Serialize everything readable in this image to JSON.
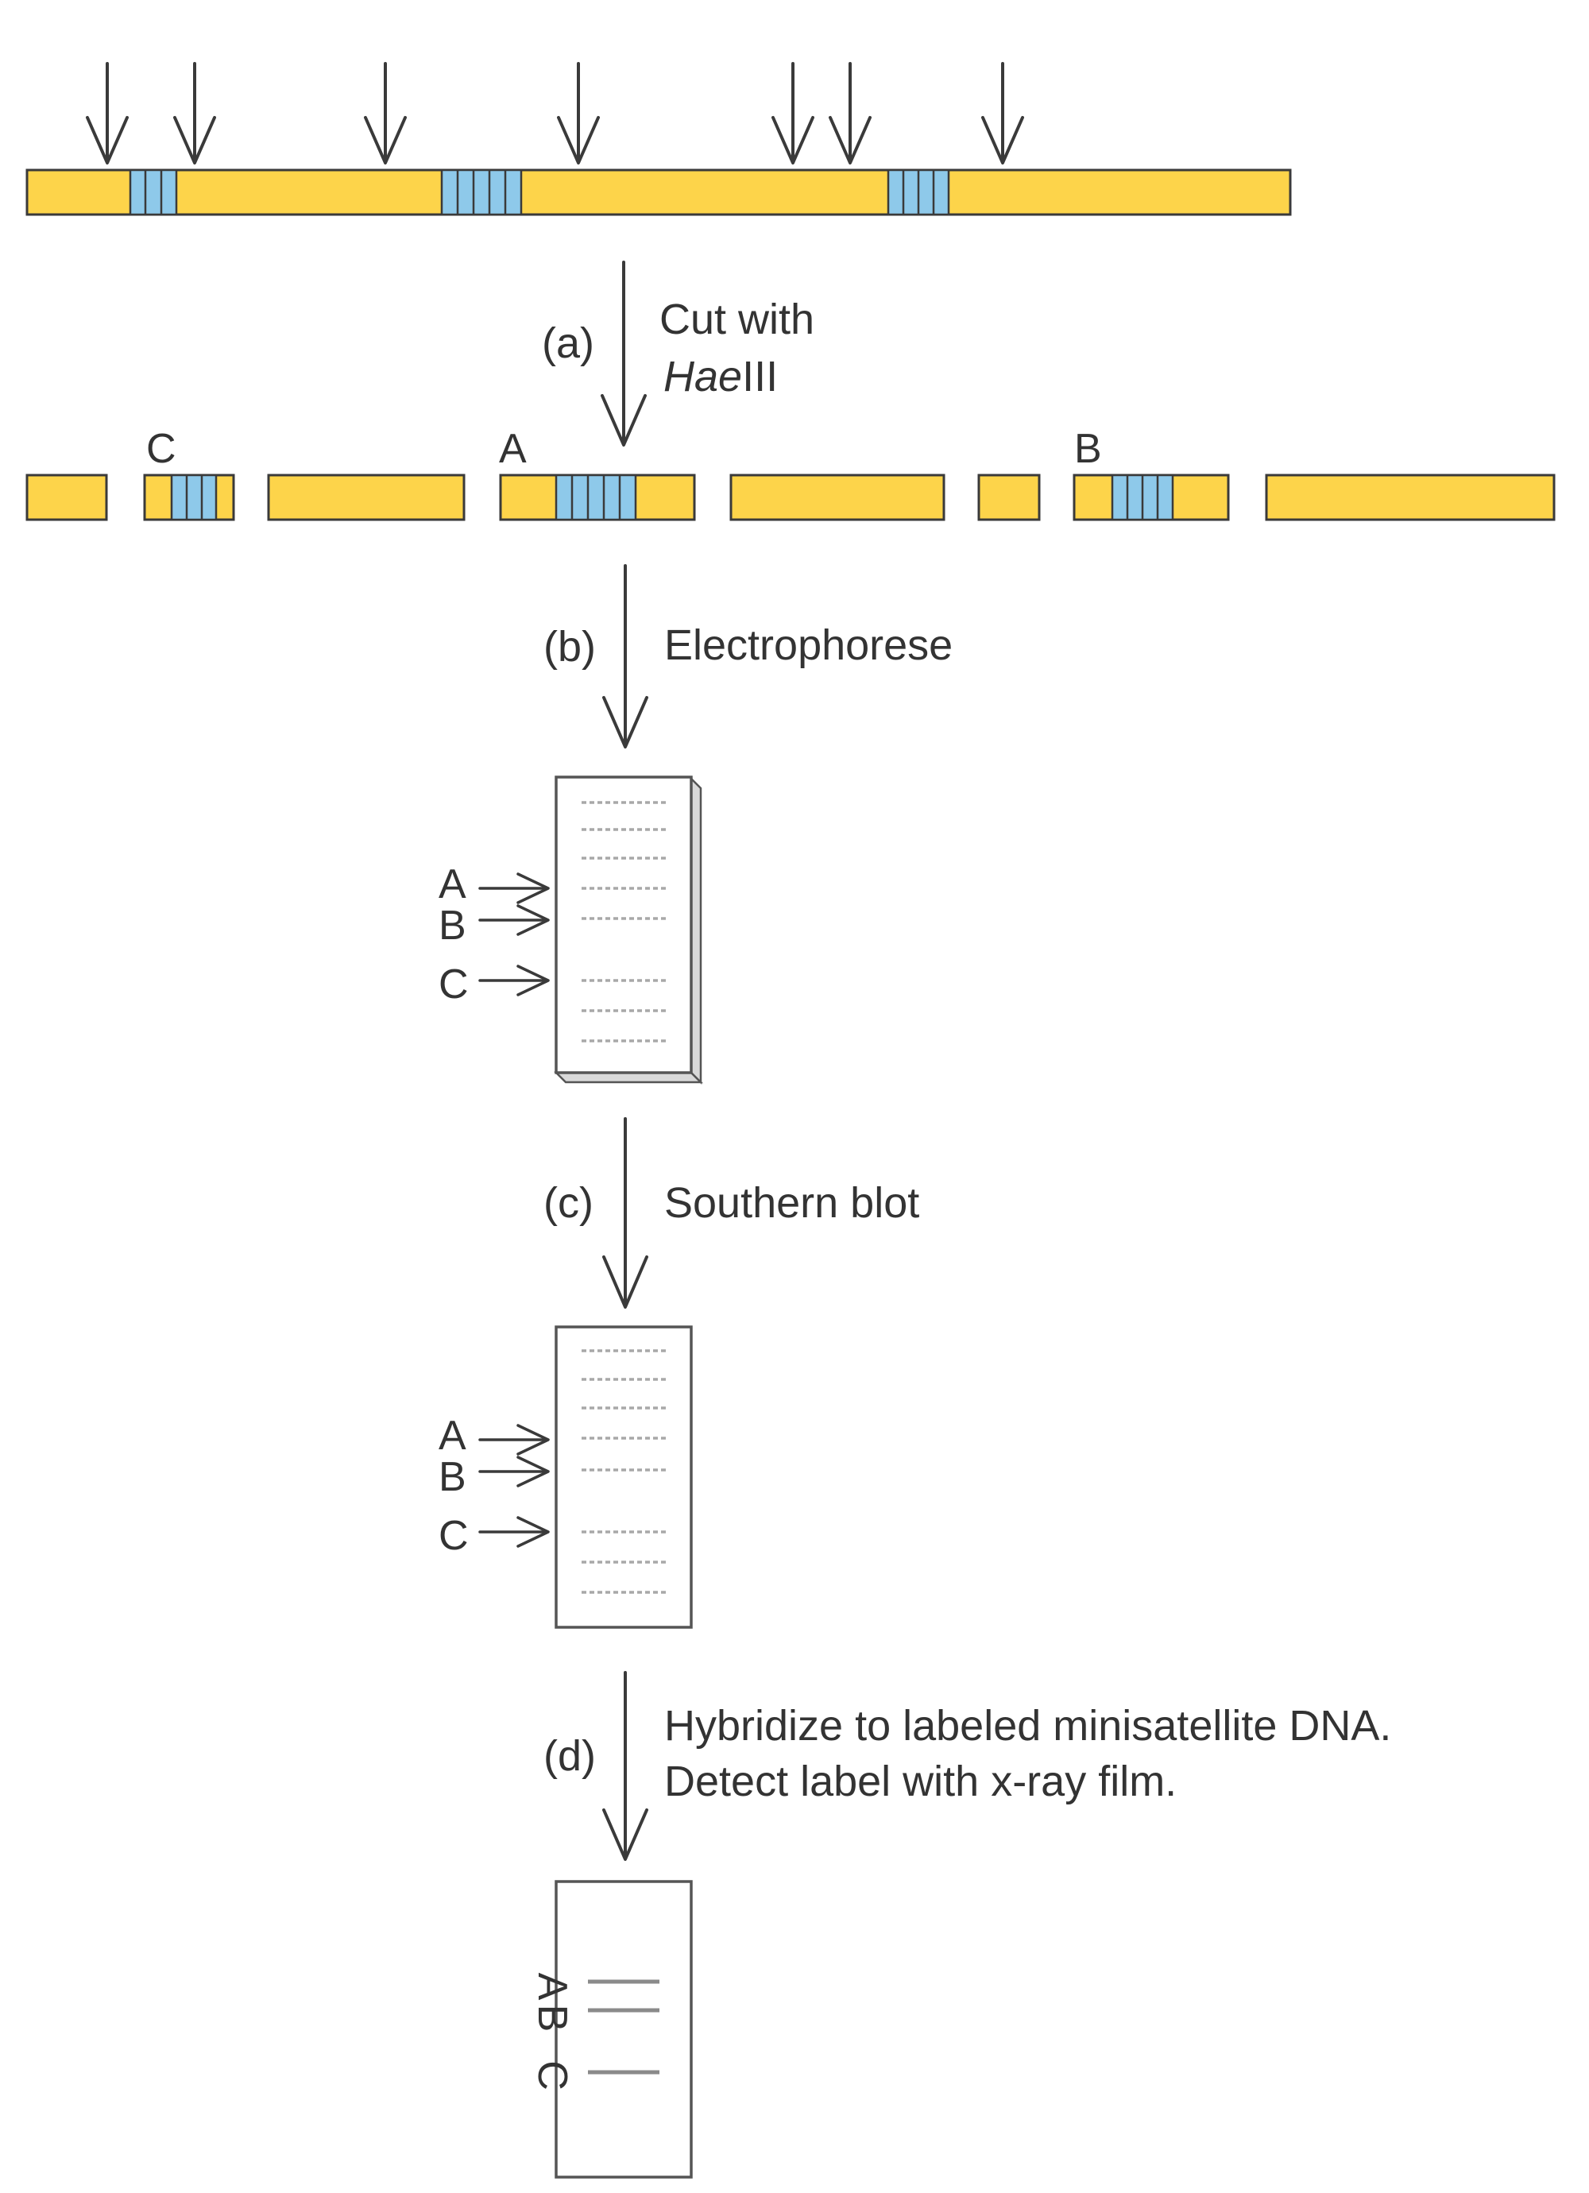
{
  "steps": {
    "a": {
      "tag": "(a)",
      "line1": "Cut with",
      "enzyme_italic": "Hae",
      "enzyme_rest": "III"
    },
    "b": {
      "tag": "(b)",
      "text": "Electrophorese"
    },
    "c": {
      "tag": "(c)",
      "text": "Southern blot"
    },
    "d": {
      "tag": "(d)",
      "line1": "Hybridize to labeled minisatellite DNA.",
      "line2": "Detect label with x-ray film."
    }
  },
  "fragments": {
    "a": "A",
    "b": "B",
    "c": "C"
  },
  "colors": {
    "dna": "#fdd44a",
    "minisatellite": "#8ec9ea",
    "outline": "#3a3a3a"
  }
}
